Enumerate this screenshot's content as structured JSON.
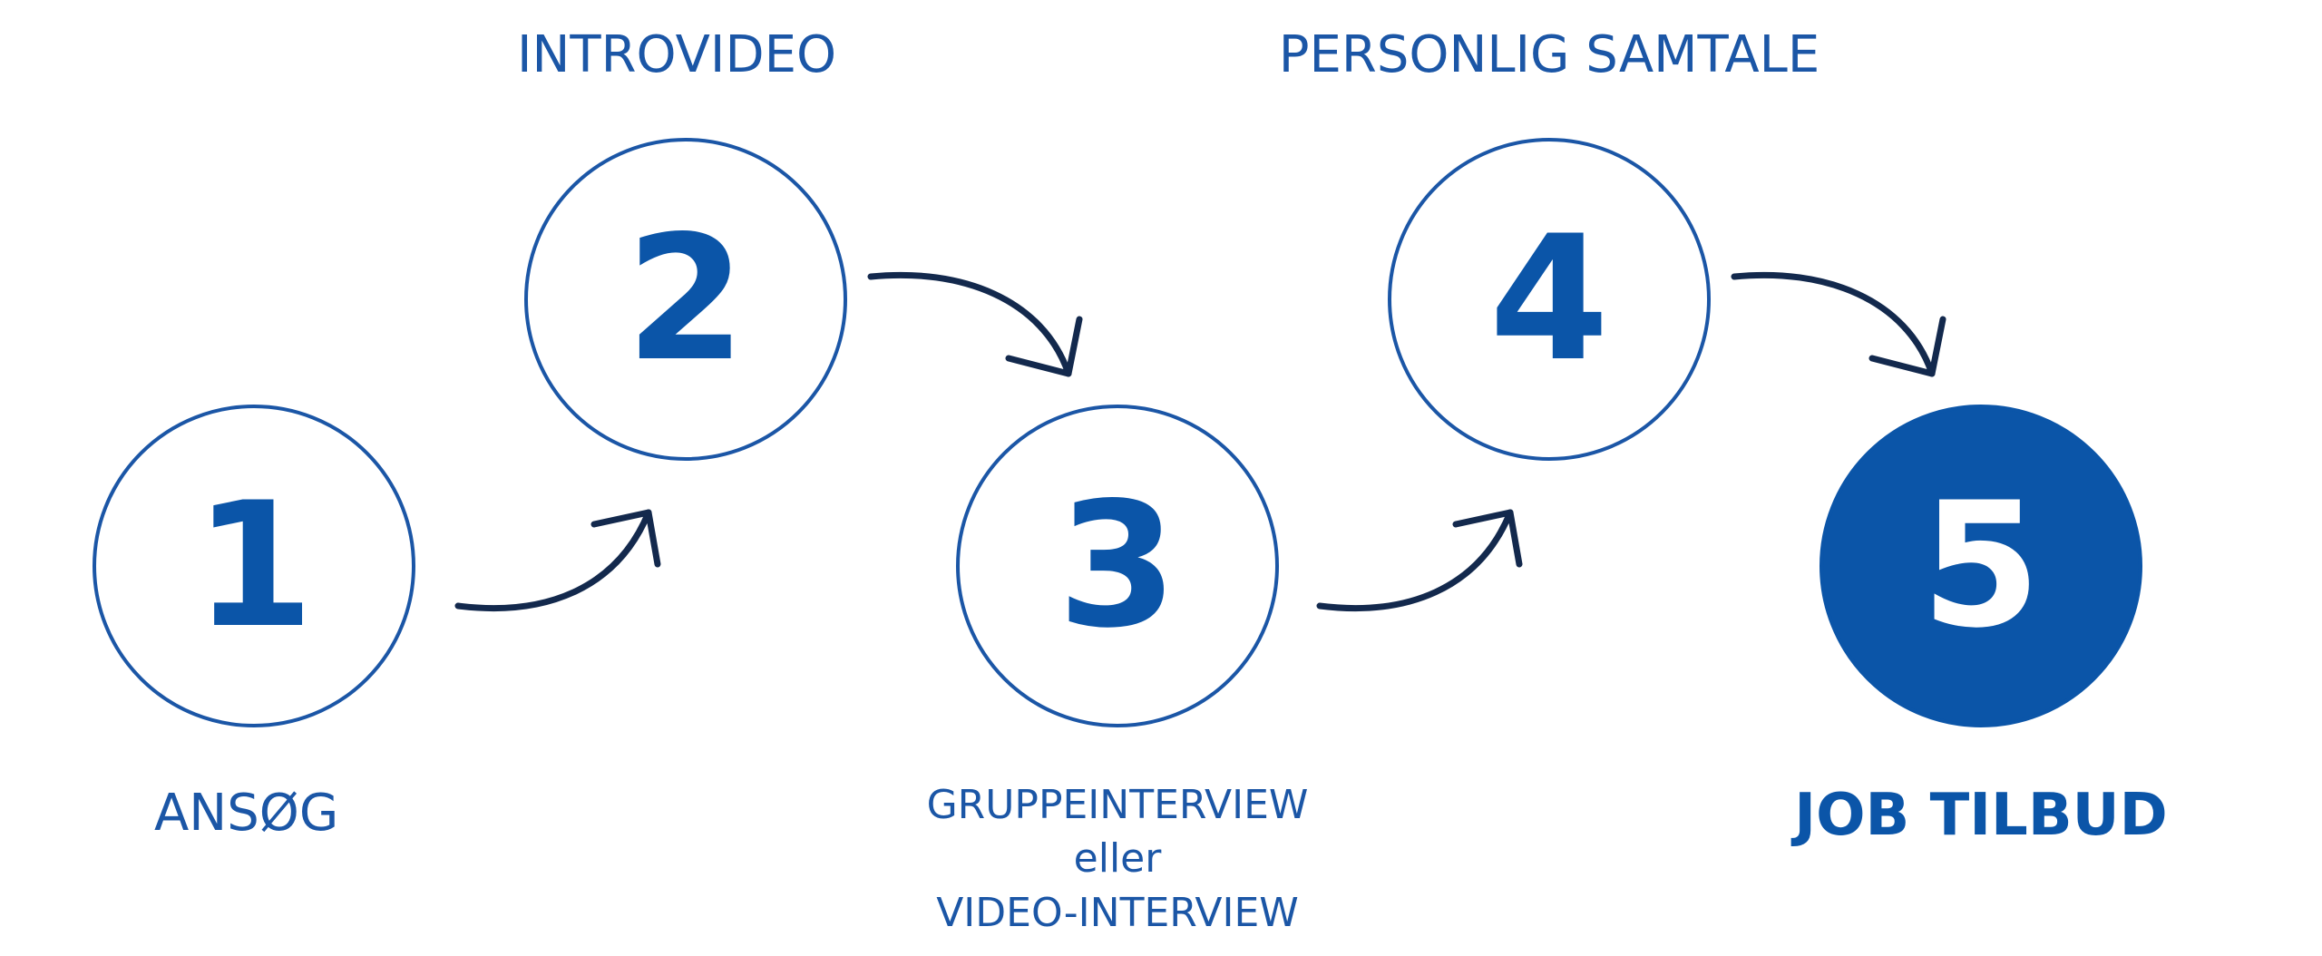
{
  "steps": [
    {
      "number": "1",
      "label": "ANSØG",
      "filled": false
    },
    {
      "number": "2",
      "label": "INTROVIDEO",
      "filled": false
    },
    {
      "number": "3",
      "label_lines": [
        "GRUPPEINTERVIEW",
        "eller",
        "VIDEO-INTERVIEW"
      ],
      "filled": false
    },
    {
      "number": "4",
      "label": "PERSONLIG SAMTALE",
      "filled": false
    },
    {
      "number": "5",
      "label": "JOB TILBUD",
      "filled": true
    }
  ],
  "colors": {
    "primary": "#0b55a8",
    "outline": "#1b56a6",
    "arrow": "#13294d",
    "background": "#ffffff"
  },
  "arrow_icon": "curved-arrow-icon"
}
